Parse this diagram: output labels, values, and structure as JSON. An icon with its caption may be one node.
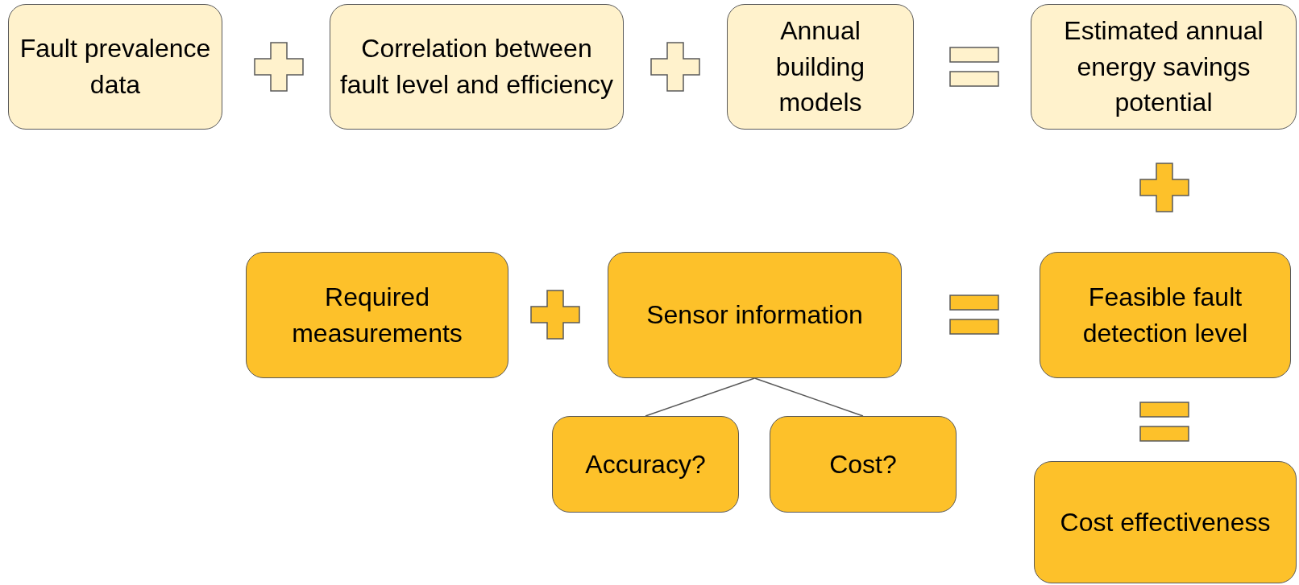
{
  "diagram": {
    "nodes": [
      {
        "text": [
          "Fault prevalence data"
        ]
      },
      {
        "text": [
          "Correlation between fault level and efficiency"
        ]
      },
      {
        "text": [
          "Annual building models"
        ]
      },
      {
        "text": [
          "Estimated annual energy savings potential"
        ]
      },
      {
        "text": [
          "Required measurements"
        ]
      },
      {
        "text": [
          "Sensor information"
        ]
      },
      {
        "text": [
          "Feasible fault detection level"
        ]
      },
      {
        "text": [
          "Accuracy?"
        ]
      },
      {
        "text": [
          "Cost?"
        ]
      },
      {
        "text": [
          "Cost effectiveness"
        ]
      }
    ],
    "edges": [
      {
        "from": 5,
        "to": 7,
        "arrow": "none"
      },
      {
        "from": 5,
        "to": 8,
        "arrow": "none"
      }
    ]
  }
}
